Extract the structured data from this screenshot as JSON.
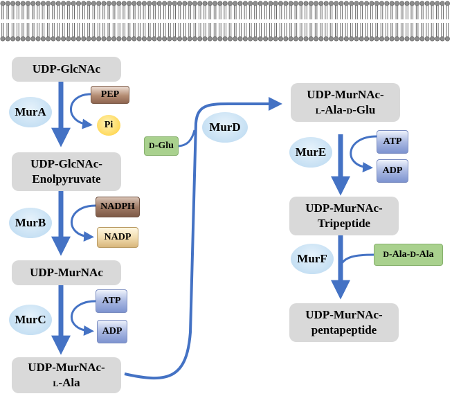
{
  "nodes": {
    "udp_glcnac": "UDP-GlcNAc",
    "enolpyruvate_1": "UDP-GlcNAc-",
    "enolpyruvate_2": "Enolpyruvate",
    "udp_murnac": "UDP-MurNAc",
    "murnac_ala_1": "UDP-MurNAc-",
    "murnac_ala_2_prefix": "L",
    "murnac_ala_2_suffix": "-Ala",
    "murnac_ala_glu_1": "UDP-MurNAc-",
    "murnac_ala_glu_2_a": "L",
    "murnac_ala_glu_2_b": "-Ala-",
    "murnac_ala_glu_2_c": "D",
    "murnac_ala_glu_2_d": "-Glu",
    "tripeptide_1": "UDP-MurNAc-",
    "tripeptide_2": "Tripeptide",
    "pentapeptide_1": "UDP-MurNAc-",
    "pentapeptide_2": "pentapeptide"
  },
  "enzymes": {
    "mura": "MurA",
    "murb": "MurB",
    "murc": "MurC",
    "murd": "MurD",
    "mure": "MurE",
    "murf": "MurF"
  },
  "cofactors": {
    "pep": "PEP",
    "pi": "Pi",
    "nadph": "NADPH",
    "nadp": "NADP",
    "atp_c": "ATP",
    "adp_c": "ADP",
    "atp_e": "ATP",
    "adp_e": "ADP",
    "dglu_a": "D",
    "dglu_b": "-Glu",
    "dala_a": "D",
    "dala_b": "-Ala-",
    "dala_c": "D",
    "dala_d": "-Ala"
  },
  "colors": {
    "arrow": "#4472c4",
    "node_fill": "#d9d9d9",
    "enzyme_fill": "#bdd7ee",
    "green_chip": "#a9d18e",
    "blue_chip": "#8fa5d8",
    "pi_fill": "#ffd966"
  }
}
